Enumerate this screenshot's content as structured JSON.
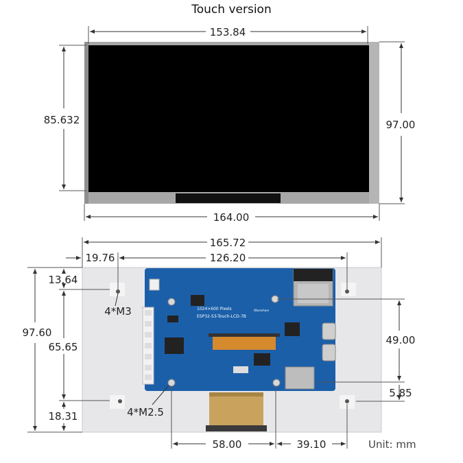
{
  "title": "Touch version",
  "front_view": {
    "width_top": "153.84",
    "height_left": "85.632",
    "height_right": "97.00",
    "width_bottom": "164.00"
  },
  "back_view": {
    "width_total": "165.72",
    "offset_left": "19.76",
    "hole_spacing": "126.20",
    "top_margin": "13.64",
    "height_total": "97.60",
    "hole_vertical": "65.65",
    "bottom_margin": "18.31",
    "hole_m3_label": "4*M3",
    "hole_m25_label": "4*M2.5",
    "right_hole_span": "49.00",
    "right_offset": "5.85",
    "fpc_width": "58.00",
    "fpc_right": "39.10",
    "unit": "Unit: mm"
  },
  "board": {
    "resolution_label": "1024×600 Pixels",
    "model_label": "ESP32-S3-Touch-LCD-7B",
    "brand_label": "Waveshare"
  },
  "colors": {
    "screen": "#000000",
    "bezel": "#a9a9a9",
    "backplate": "#e6e6e9",
    "pcb": "#1a5fa8",
    "fpc": "#c6a15a"
  }
}
